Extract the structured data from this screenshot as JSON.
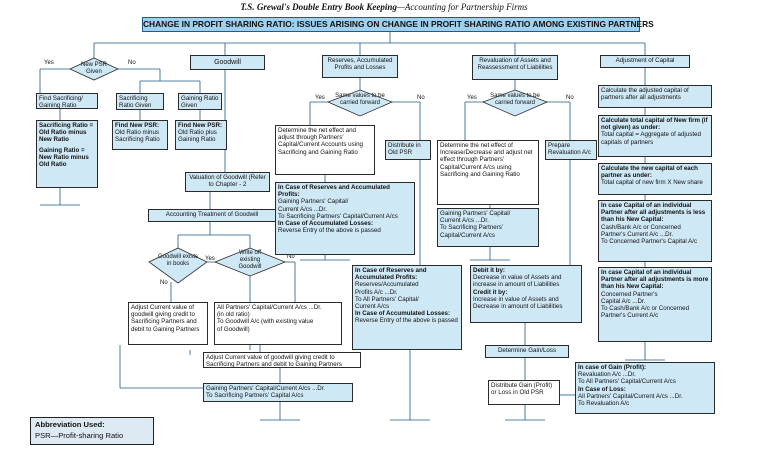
{
  "header": {
    "book": "T.S. Grewal's Double Entry Book Keeping",
    "subtitle": "Accounting for Partnership Firms"
  },
  "title": "CHANGE IN PROFIT SHARING RATIO: ISSUES ARISING ON CHANGE IN PROFIT SHARING RATIO AMONG EXISTING PARTNERS",
  "psr": {
    "question": "New PSR Given",
    "yes": "Yes",
    "no": "No",
    "find_sac_gain": "Find Sacrificing/ Gaining Ratio",
    "sac_given": "Sacrificing Ratio Given",
    "gain_given": "Gaining Ratio Given",
    "formula_sac_1": "Sacrificing Ratio =",
    "formula_sac_2": "Old Ratio minus New Ratio",
    "formula_gain_1": "Gaining Ratio =",
    "formula_gain_2": "New Ratio minus Old Ratio",
    "find_new_psr_1_title": "Find New PSR:",
    "find_new_psr_1_body": "Old Ratio minus Sacrificing Ratio",
    "find_new_psr_2_title": "Find New PSR:",
    "find_new_psr_2_body": "Old Ratio plus Gaining Ratio"
  },
  "goodwill": {
    "heading": "Goodwill",
    "valuation": "Valuation of Goodwill (Refer to Chapter - 2",
    "treatment": "Accounting Treatment of Goodwill",
    "exists": "Goodwill exists in books",
    "write_off": "Write off existing Goodwill",
    "yes": "Yes",
    "no": "No",
    "no2": "No",
    "adjust_left": "Adjust Current value of goodwill giving credit to Sacrificing Partners and debit to Gaining Partners",
    "all_partners": "All Partners' Capital/Current A/cs ...Dr.\n(in old ratio)\n    To Goodwill A/c (with existing value\n    of Goodwill)",
    "adjust_mid": "Adjust Current value of goodwill giving credit to Sacrificing Partners and debit to Gaining Partners",
    "entry": "Gaining Partners' Capital/Current A/cs ...Dr.\n    To Sacrificing Partners' Capital A/cs"
  },
  "reserves": {
    "heading": "Reserves, Accumulated Profits and Losses",
    "question": "Same values to be carried forward",
    "yes": "Yes",
    "no": "No",
    "determine": "Determine the net effect and adjust through Partners' Capital/Current Accounts using Sacrificing and Gaining Ratio",
    "distribute": "Distribute in Old PSR",
    "entry_title": "In Case of Reserves and Accumulated Profits:",
    "entry_body": "Gaining Partners' Capital/\nCurrent A/cs ...Dr.\n    To Sacrificing Partners' Capital/Current A/cs",
    "entry_loss_title": "In Case of Accumulated Losses:",
    "entry_loss_body": "Reverse Entry of the above is passed",
    "old_title": "In Case of Reserves and Accumulated Profits:",
    "old_body": "Reserves/Accumulated\nProfits A/c ...Dr.\n    To All Partners' Capital/\n    Current A/cs",
    "old_loss_title": "In Case of Accumulated Losses:",
    "old_loss_body": "Reverse Entry of the above is passed"
  },
  "revaluation": {
    "heading": "Revaluation of Assets and Reassessment of Liabilities",
    "question": "Same values to be carried forward",
    "yes": "Yes",
    "no": "No",
    "determine": "Determine the net effect of Increase/Decrease and adjust net effect through Partners' Capital/Current A/cs using Sacrificing and Gaining Ratio",
    "prepare": "Prepare Revaluation A/c",
    "entry": "Gaining Partners' Capital/\nCurrent A/cs ...Dr.\n    To Sacrificing Partners'\n    Capital/Current A/cs",
    "debit_title": "Debit it by:",
    "debit_body": "Decrease in value of Assets and increase in amount of Liabilities",
    "credit_title": "Credit it by:",
    "credit_body": "Increase in value of Assets and Decrease in amount of Liabilities",
    "determine_gl": "Determine Gain/Loss",
    "distribute": "Distribute Gain (Profit) or Loss in Old PSR",
    "gain_title": "In case of Gain (Profit):",
    "gain_body": "Revaluation A/c ...Dr.\n    To All Partners' Capital/Current A/cs",
    "loss_title": "In Case of Loss:",
    "loss_body": "All Partners' Capital/Current A/cs ...Dr.\n    To Revaluation A/c"
  },
  "capital": {
    "heading": "Adjustment of Capital",
    "calc_adjusted": "Calculate the adjusted capital of partners after all adjustments",
    "calc_total_title": "Calculate total capital of New firm (if not given) as under:",
    "calc_total_body": "Total capital = Aggregate of adjusted capitals of partners",
    "calc_new_title": "Calculate the new capital of each partner as under:",
    "calc_new_body": "Total capital of new firm X New share",
    "less_title": "In case Capital of an individual Partner after all adjustments is less than his New Capital:",
    "less_body": "Cash/Bank A/c or Concerned\nPartner's Current A/c ...Dr.\n    To Concerned Partner's Capital A/c",
    "more_title": "In case Capital of an individual Partner after all adjustments is more than his New Capital:",
    "more_body": "Concerned Partner's\nCapital A/c ...Dr.\n    To Cash/Bank A/c or Concerned\n    Partner's Current A/c"
  },
  "abbrev": {
    "title": "Abbreviation Used:",
    "body": "PSR—Profit-sharing Ratio"
  },
  "colors": {
    "box_fill": "#cfe8f6",
    "title_fill": "#9fd0ee",
    "line": "#1e5a8a",
    "abbrev_fill": "#dde9f3"
  }
}
